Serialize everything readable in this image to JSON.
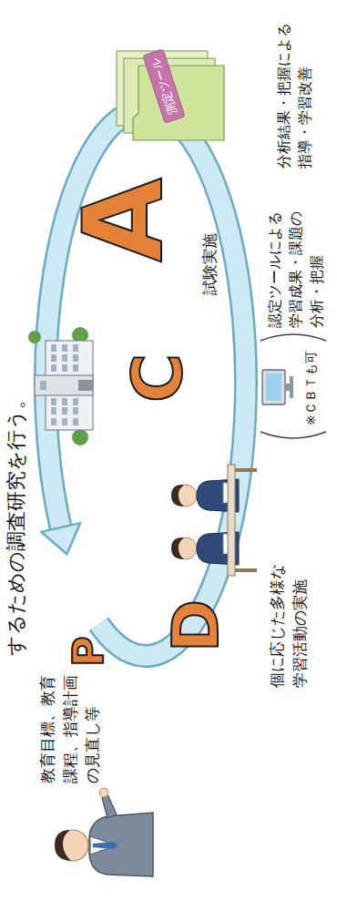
{
  "diagram": {
    "nodes": [
      {
        "text": [
          "測定ツール"
        ]
      }
    ],
    "labels": [
      "するための調査研究を行う。",
      "教育目標、教育課程、指導計画の見直し等",
      "P",
      "D",
      "C",
      "A",
      "個に応じた多様な学習活動の実施",
      "試験実施",
      "※ＣＢＴも可",
      "認定ツールによる学習成果・課題の分析・把握",
      "分析結果・把握による指導・学習改善"
    ]
  }
}
